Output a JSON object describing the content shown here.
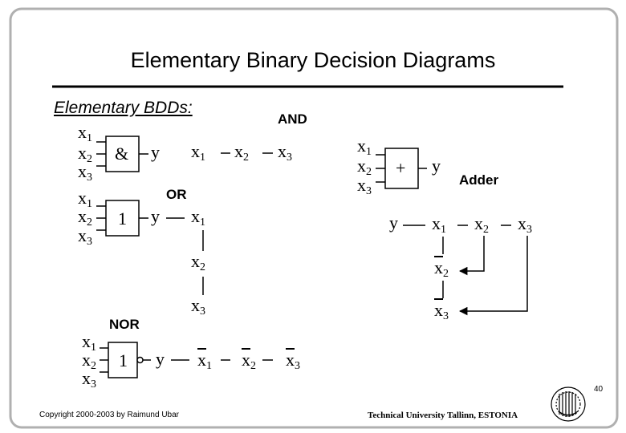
{
  "slide": {
    "title": "Elementary Binary Decision Diagrams",
    "subtitle": "Elementary BDDs:",
    "page_number": "40",
    "copyright": "Copyright 2000-2003 by Raimund Ubar",
    "university": "Technical University Tallinn, ESTONIA"
  },
  "labels": {
    "and": "AND",
    "or": "OR",
    "nor": "NOR",
    "adder": "Adder"
  },
  "gates": {
    "and_symbol": "&",
    "or_symbol": "1",
    "nor_symbol": "1",
    "adder_symbol": "+"
  },
  "variables": {
    "x": "x",
    "y": "y",
    "i1": "1",
    "i2": "2",
    "i3": "3"
  },
  "colors": {
    "ink": "#000000",
    "border": "#b0b0b0",
    "background": "#ffffff"
  }
}
